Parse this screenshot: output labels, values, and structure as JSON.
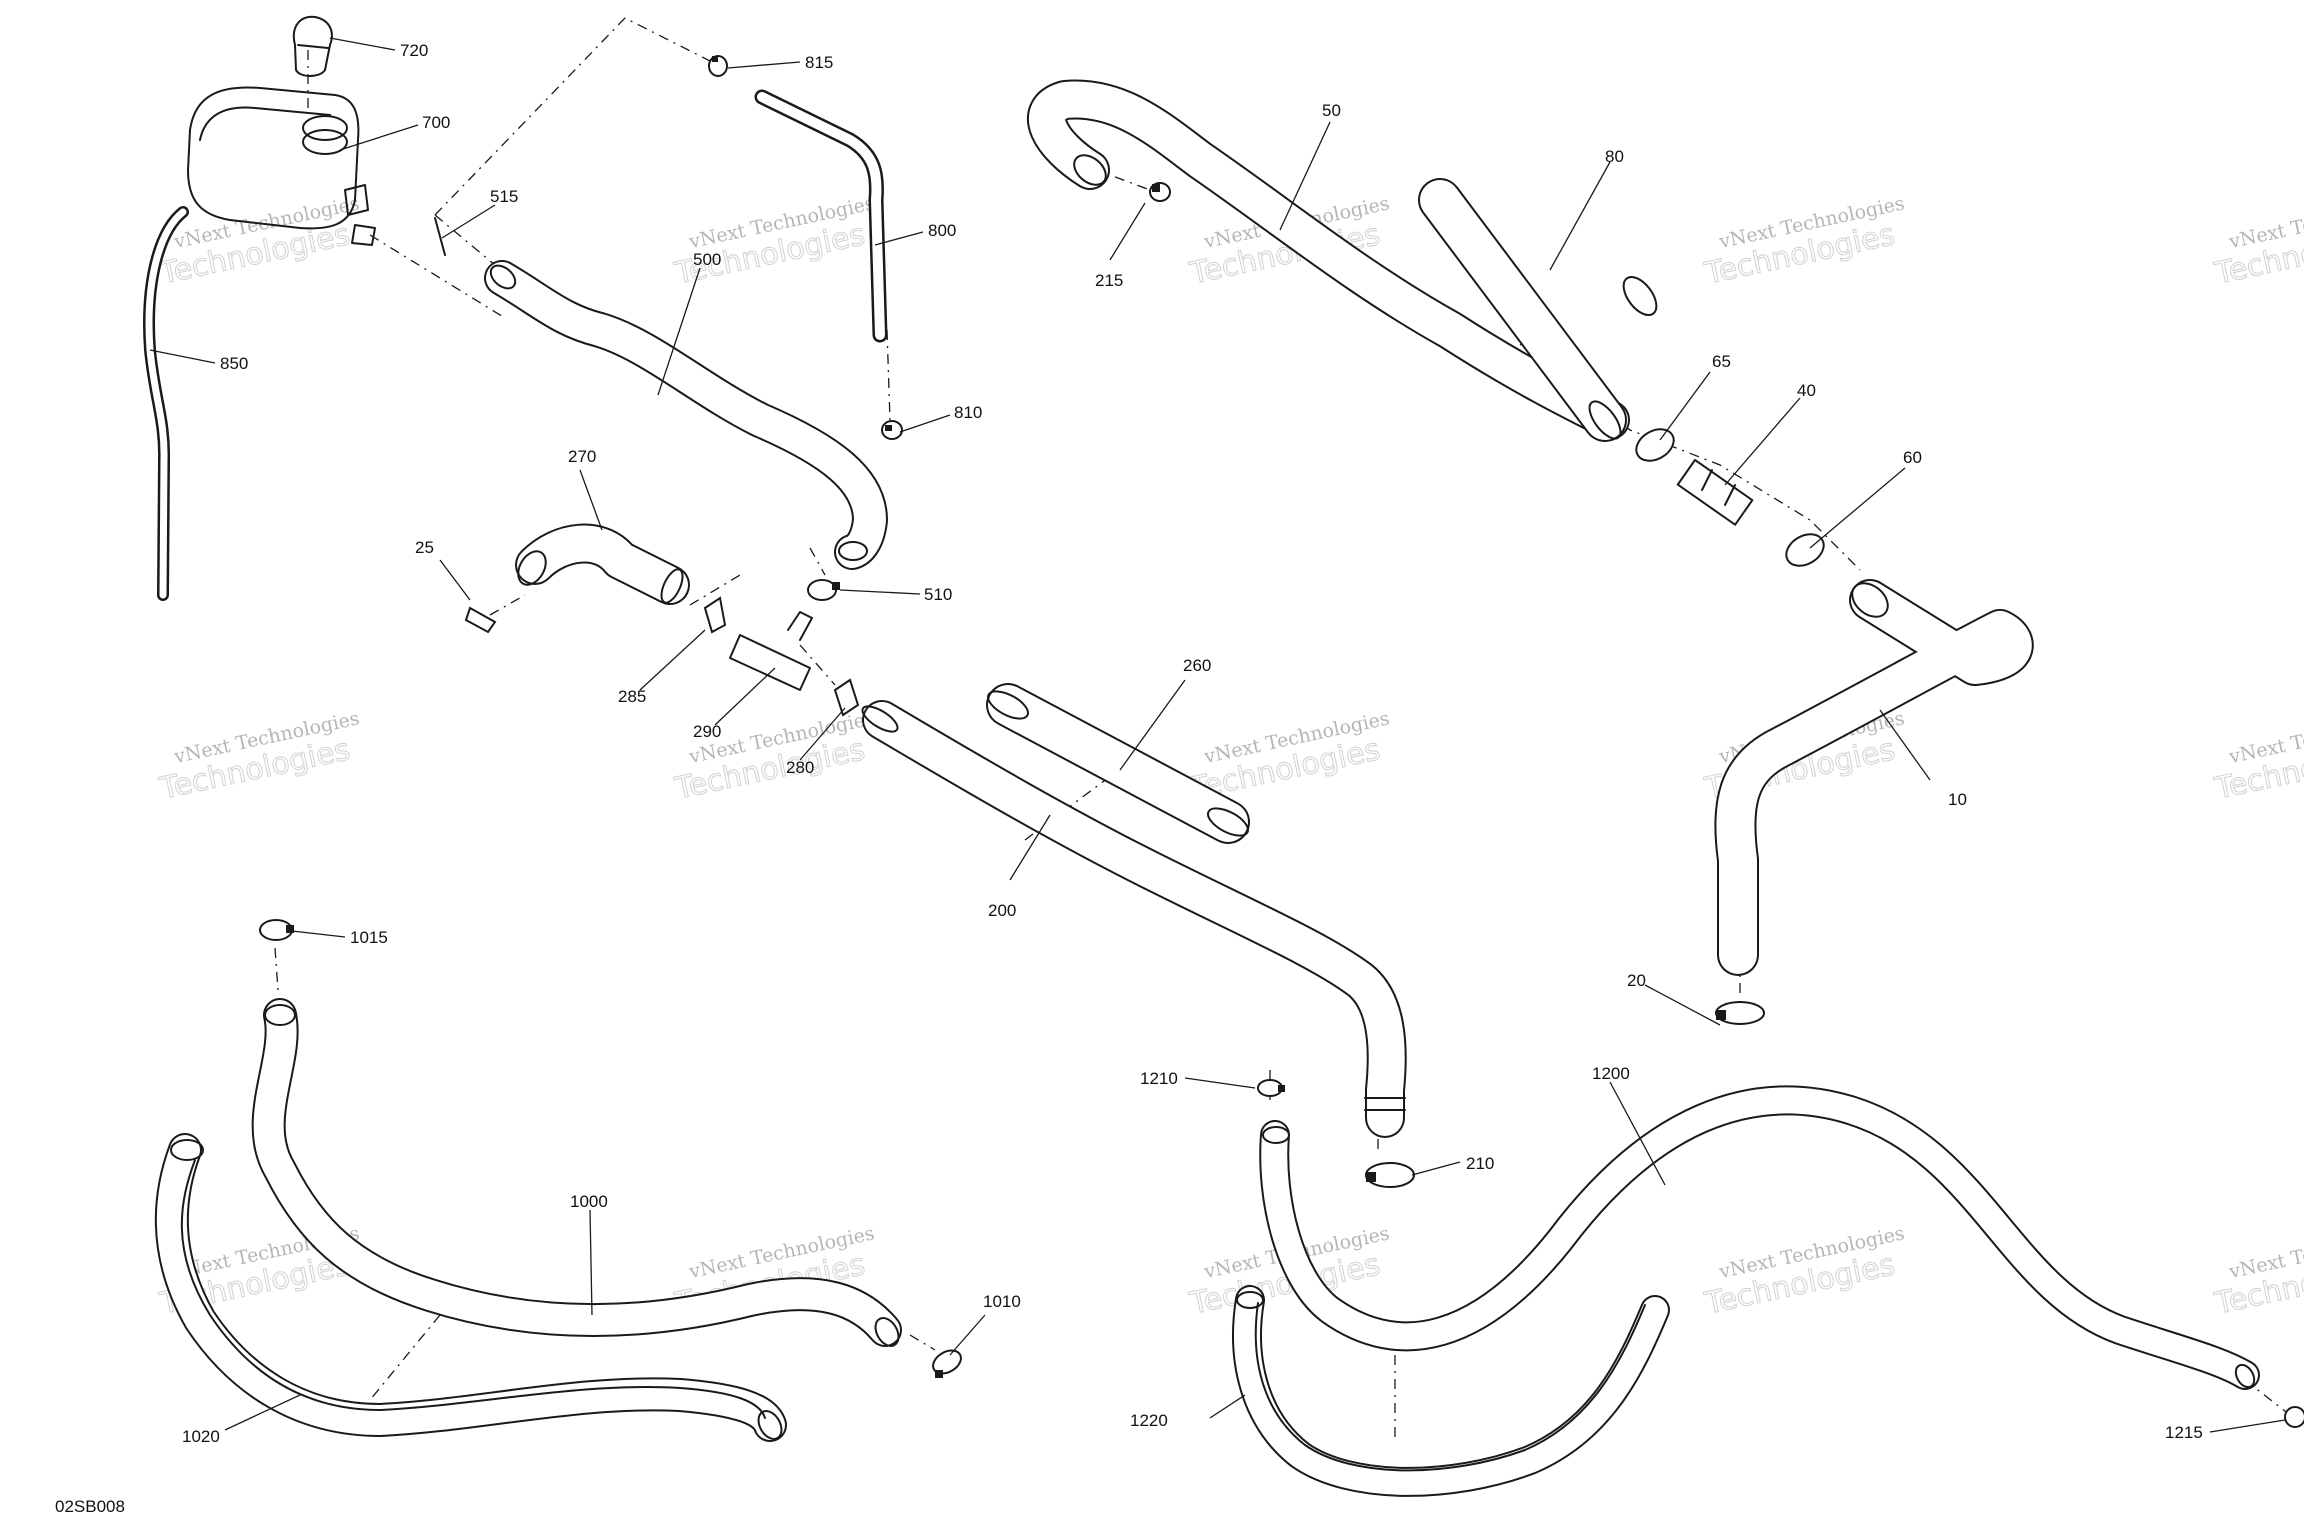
{
  "diagram": {
    "reference_code": "02SB008",
    "watermark": {
      "line1": "vNext Technologies",
      "line2": "Technologies"
    },
    "callouts": [
      {
        "id": "c720",
        "label": "720"
      },
      {
        "id": "c815",
        "label": "815"
      },
      {
        "id": "c700",
        "label": "700"
      },
      {
        "id": "c515",
        "label": "515"
      },
      {
        "id": "c500",
        "label": "500"
      },
      {
        "id": "c800",
        "label": "800"
      },
      {
        "id": "c850",
        "label": "850"
      },
      {
        "id": "c810",
        "label": "810"
      },
      {
        "id": "c270",
        "label": "270"
      },
      {
        "id": "c25",
        "label": "25"
      },
      {
        "id": "c510",
        "label": "510"
      },
      {
        "id": "c285",
        "label": "285"
      },
      {
        "id": "c290",
        "label": "290"
      },
      {
        "id": "c280",
        "label": "280"
      },
      {
        "id": "c50",
        "label": "50"
      },
      {
        "id": "c215",
        "label": "215"
      },
      {
        "id": "c80",
        "label": "80"
      },
      {
        "id": "c65",
        "label": "65"
      },
      {
        "id": "c40",
        "label": "40"
      },
      {
        "id": "c60",
        "label": "60"
      },
      {
        "id": "c10",
        "label": "10"
      },
      {
        "id": "c260",
        "label": "260"
      },
      {
        "id": "c200",
        "label": "200"
      },
      {
        "id": "c20",
        "label": "20"
      },
      {
        "id": "c1015",
        "label": "1015"
      },
      {
        "id": "c1000",
        "label": "1000"
      },
      {
        "id": "c1010",
        "label": "1010"
      },
      {
        "id": "c1020",
        "label": "1020"
      },
      {
        "id": "c1210",
        "label": "1210"
      },
      {
        "id": "c1200",
        "label": "1200"
      },
      {
        "id": "c210",
        "label": "210"
      },
      {
        "id": "c1220",
        "label": "1220"
      },
      {
        "id": "c1215",
        "label": "1215"
      }
    ]
  }
}
